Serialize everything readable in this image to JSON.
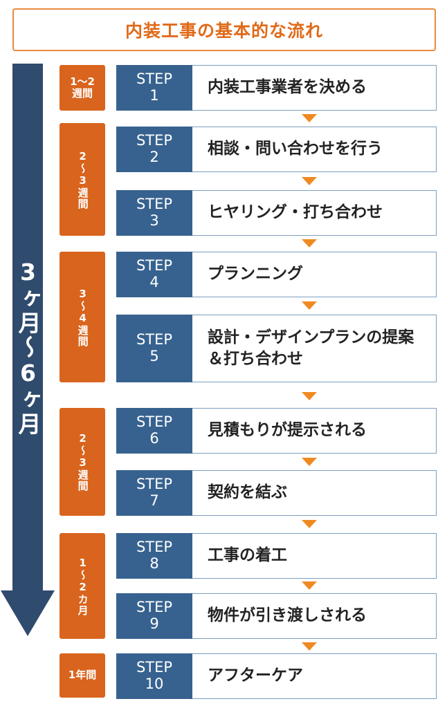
{
  "title": "内装工事の基本的な流れ",
  "timeline": {
    "label": "3ヶ月～6ヶ月",
    "color": "#2f4b6d"
  },
  "periods": [
    {
      "label": "1～2\n週間"
    },
    {
      "label": "2～3週間"
    },
    {
      "label": "3～4週間"
    },
    {
      "label": "2～3週間"
    },
    {
      "label": "1～2カ月"
    },
    {
      "label": "1年間"
    }
  ],
  "steps": [
    {
      "label": "STEP\n1",
      "text": "内装工事業者を決める"
    },
    {
      "label": "STEP\n2",
      "text": "相談・問い合わせを行う"
    },
    {
      "label": "STEP\n3",
      "text": "ヒヤリング・打ち合わせ"
    },
    {
      "label": "STEP\n4",
      "text": "プランニング"
    },
    {
      "label": "STEP\n5",
      "text": "設計・デザインプランの提案＆打ち合わせ"
    },
    {
      "label": "STEP\n6",
      "text": "見積もりが提示される"
    },
    {
      "label": "STEP\n7",
      "text": "契約を結ぶ"
    },
    {
      "label": "STEP\n8",
      "text": "工事の着工"
    },
    {
      "label": "STEP\n9",
      "text": "物件が引き渡しされる"
    },
    {
      "label": "STEP\n10",
      "text": "アフターケア"
    }
  ],
  "colors": {
    "accent_orange": "#d9641d",
    "arrow_orange": "#ef8a22",
    "step_blue": "#37628f",
    "title_orange": "#e06a19"
  }
}
